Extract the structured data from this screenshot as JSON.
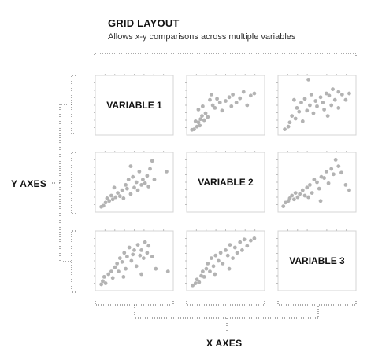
{
  "title": "GRID LAYOUT",
  "subtitle": "Allows x-y comparisons across multiple variables",
  "y_axes_label": "Y AXES",
  "x_axes_label": "X AXES",
  "variables": [
    "VARIABLE 1",
    "VARIABLE 2",
    "VARIABLE 3"
  ],
  "point_color": "#b3b3b3",
  "panels": [
    {
      "row": 0,
      "col": 0,
      "label_index": 0
    },
    {
      "row": 0,
      "col": 1,
      "points": [
        [
          0.03,
          0.04
        ],
        [
          0.06,
          0.05
        ],
        [
          0.1,
          0.1
        ],
        [
          0.12,
          0.18
        ],
        [
          0.15,
          0.24
        ],
        [
          0.17,
          0.3
        ],
        [
          0.2,
          0.22
        ],
        [
          0.22,
          0.35
        ],
        [
          0.25,
          0.28
        ],
        [
          0.12,
          0.42
        ],
        [
          0.18,
          0.48
        ],
        [
          0.28,
          0.6
        ],
        [
          0.32,
          0.5
        ],
        [
          0.35,
          0.45
        ],
        [
          0.38,
          0.62
        ],
        [
          0.42,
          0.55
        ],
        [
          0.45,
          0.4
        ],
        [
          0.5,
          0.58
        ],
        [
          0.55,
          0.65
        ],
        [
          0.58,
          0.48
        ],
        [
          0.6,
          0.7
        ],
        [
          0.65,
          0.55
        ],
        [
          0.7,
          0.63
        ],
        [
          0.75,
          0.75
        ],
        [
          0.8,
          0.5
        ],
        [
          0.85,
          0.68
        ],
        [
          0.9,
          0.72
        ],
        [
          0.08,
          0.2
        ],
        [
          0.14,
          0.12
        ],
        [
          0.3,
          0.7
        ]
      ]
    },
    {
      "row": 0,
      "col": 2,
      "points": [
        [
          0.05,
          0.05
        ],
        [
          0.1,
          0.1
        ],
        [
          0.12,
          0.18
        ],
        [
          0.15,
          0.3
        ],
        [
          0.2,
          0.25
        ],
        [
          0.22,
          0.45
        ],
        [
          0.25,
          0.38
        ],
        [
          0.28,
          0.55
        ],
        [
          0.3,
          0.2
        ],
        [
          0.33,
          0.62
        ],
        [
          0.36,
          0.4
        ],
        [
          0.4,
          0.5
        ],
        [
          0.42,
          0.7
        ],
        [
          0.45,
          0.35
        ],
        [
          0.48,
          0.58
        ],
        [
          0.5,
          0.48
        ],
        [
          0.55,
          0.65
        ],
        [
          0.58,
          0.55
        ],
        [
          0.6,
          0.42
        ],
        [
          0.63,
          0.72
        ],
        [
          0.67,
          0.68
        ],
        [
          0.7,
          0.5
        ],
        [
          0.72,
          0.8
        ],
        [
          0.75,
          0.6
        ],
        [
          0.8,
          0.45
        ],
        [
          0.85,
          0.7
        ],
        [
          0.9,
          0.6
        ],
        [
          0.95,
          0.72
        ],
        [
          0.38,
          0.98
        ],
        [
          0.18,
          0.6
        ],
        [
          0.65,
          0.3
        ],
        [
          0.8,
          0.75
        ]
      ]
    },
    {
      "row": 1,
      "col": 0,
      "points": [
        [
          0.04,
          0.04
        ],
        [
          0.07,
          0.06
        ],
        [
          0.1,
          0.12
        ],
        [
          0.12,
          0.2
        ],
        [
          0.15,
          0.15
        ],
        [
          0.18,
          0.25
        ],
        [
          0.2,
          0.18
        ],
        [
          0.24,
          0.22
        ],
        [
          0.27,
          0.3
        ],
        [
          0.3,
          0.24
        ],
        [
          0.33,
          0.35
        ],
        [
          0.35,
          0.2
        ],
        [
          0.38,
          0.45
        ],
        [
          0.4,
          0.38
        ],
        [
          0.42,
          0.55
        ],
        [
          0.45,
          0.28
        ],
        [
          0.48,
          0.6
        ],
        [
          0.5,
          0.4
        ],
        [
          0.53,
          0.5
        ],
        [
          0.55,
          0.35
        ],
        [
          0.57,
          0.7
        ],
        [
          0.6,
          0.45
        ],
        [
          0.62,
          0.55
        ],
        [
          0.65,
          0.48
        ],
        [
          0.68,
          0.62
        ],
        [
          0.7,
          0.42
        ],
        [
          0.72,
          0.75
        ],
        [
          0.75,
          0.9
        ],
        [
          0.78,
          0.55
        ],
        [
          0.95,
          0.7
        ],
        [
          0.22,
          0.4
        ],
        [
          0.45,
          0.8
        ]
      ]
    },
    {
      "row": 1,
      "col": 1,
      "label_index": 1
    },
    {
      "row": 1,
      "col": 2,
      "points": [
        [
          0.03,
          0.05
        ],
        [
          0.06,
          0.12
        ],
        [
          0.1,
          0.15
        ],
        [
          0.12,
          0.2
        ],
        [
          0.15,
          0.25
        ],
        [
          0.18,
          0.18
        ],
        [
          0.2,
          0.3
        ],
        [
          0.23,
          0.22
        ],
        [
          0.26,
          0.28
        ],
        [
          0.3,
          0.35
        ],
        [
          0.33,
          0.25
        ],
        [
          0.36,
          0.4
        ],
        [
          0.4,
          0.45
        ],
        [
          0.43,
          0.3
        ],
        [
          0.46,
          0.55
        ],
        [
          0.5,
          0.5
        ],
        [
          0.53,
          0.38
        ],
        [
          0.56,
          0.6
        ],
        [
          0.6,
          0.58
        ],
        [
          0.63,
          0.7
        ],
        [
          0.66,
          0.48
        ],
        [
          0.7,
          0.75
        ],
        [
          0.73,
          0.65
        ],
        [
          0.76,
          0.92
        ],
        [
          0.8,
          0.8
        ],
        [
          0.84,
          0.68
        ],
        [
          0.9,
          0.45
        ],
        [
          0.95,
          0.35
        ],
        [
          0.55,
          0.15
        ],
        [
          0.38,
          0.22
        ]
      ]
    },
    {
      "row": 2,
      "col": 0,
      "points": [
        [
          0.04,
          0.06
        ],
        [
          0.06,
          0.12
        ],
        [
          0.08,
          0.2
        ],
        [
          0.1,
          0.08
        ],
        [
          0.14,
          0.25
        ],
        [
          0.18,
          0.3
        ],
        [
          0.2,
          0.18
        ],
        [
          0.23,
          0.38
        ],
        [
          0.26,
          0.45
        ],
        [
          0.28,
          0.3
        ],
        [
          0.3,
          0.55
        ],
        [
          0.33,
          0.48
        ],
        [
          0.36,
          0.65
        ],
        [
          0.38,
          0.35
        ],
        [
          0.4,
          0.58
        ],
        [
          0.43,
          0.75
        ],
        [
          0.46,
          0.5
        ],
        [
          0.48,
          0.62
        ],
        [
          0.5,
          0.7
        ],
        [
          0.53,
          0.4
        ],
        [
          0.55,
          0.8
        ],
        [
          0.58,
          0.6
        ],
        [
          0.6,
          0.7
        ],
        [
          0.63,
          0.55
        ],
        [
          0.65,
          0.85
        ],
        [
          0.68,
          0.65
        ],
        [
          0.7,
          0.78
        ],
        [
          0.75,
          0.58
        ],
        [
          0.8,
          0.35
        ],
        [
          0.97,
          0.3
        ],
        [
          0.35,
          0.2
        ],
        [
          0.6,
          0.25
        ]
      ]
    },
    {
      "row": 2,
      "col": 1,
      "points": [
        [
          0.04,
          0.04
        ],
        [
          0.08,
          0.08
        ],
        [
          0.1,
          0.15
        ],
        [
          0.13,
          0.1
        ],
        [
          0.16,
          0.22
        ],
        [
          0.18,
          0.3
        ],
        [
          0.2,
          0.2
        ],
        [
          0.23,
          0.35
        ],
        [
          0.25,
          0.45
        ],
        [
          0.28,
          0.3
        ],
        [
          0.3,
          0.55
        ],
        [
          0.33,
          0.4
        ],
        [
          0.36,
          0.6
        ],
        [
          0.4,
          0.5
        ],
        [
          0.43,
          0.65
        ],
        [
          0.46,
          0.45
        ],
        [
          0.5,
          0.7
        ],
        [
          0.53,
          0.6
        ],
        [
          0.56,
          0.8
        ],
        [
          0.6,
          0.55
        ],
        [
          0.63,
          0.75
        ],
        [
          0.66,
          0.65
        ],
        [
          0.7,
          0.85
        ],
        [
          0.73,
          0.7
        ],
        [
          0.76,
          0.9
        ],
        [
          0.8,
          0.78
        ],
        [
          0.85,
          0.88
        ],
        [
          0.9,
          0.92
        ],
        [
          0.35,
          0.25
        ],
        [
          0.55,
          0.35
        ]
      ]
    },
    {
      "row": 2,
      "col": 2,
      "label_index": 2
    }
  ]
}
